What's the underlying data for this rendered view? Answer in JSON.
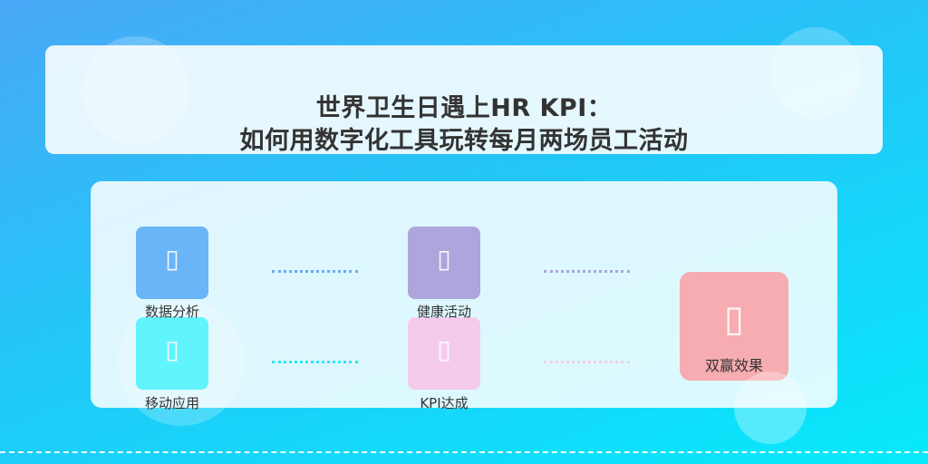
{
  "title": {
    "line1": "世界卫生日遇上HR KPI：",
    "line2": "如何用数字化工具玩转每月两场员工活动"
  },
  "nodes": {
    "data_analysis": {
      "label": "数据分析",
      "icon": "chart-icon",
      "glyph": "▯",
      "color": "#6ab4f8"
    },
    "health_activity": {
      "label": "健康活动",
      "icon": "heart-icon",
      "glyph": "▯",
      "color": "#ada5db"
    },
    "mobile_app": {
      "label": "移动应用",
      "icon": "mobile-icon",
      "glyph": "▯",
      "color": "#35f1fc"
    },
    "kpi_achieved": {
      "label": "KPI达成",
      "icon": "target-icon",
      "glyph": "▯",
      "color": "#f5cbec"
    },
    "win_win": {
      "label": "双赢效果",
      "icon": "handshake-icon",
      "glyph": "▯",
      "color": "#f6acb1"
    }
  },
  "connector_colors": {
    "blue": "#6aa8f5",
    "purple": "#a9a3dc",
    "cyan": "#2fe6f5",
    "pink": "#f3cde9"
  },
  "colors": {
    "background_top": "#4aa8f7",
    "background_bottom": "#07eafc",
    "title_text": "#333333"
  }
}
